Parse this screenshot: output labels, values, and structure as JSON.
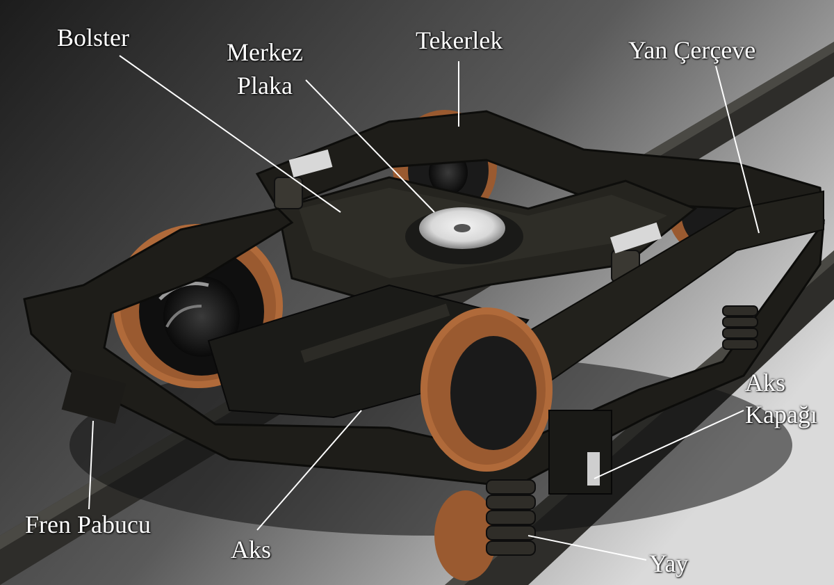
{
  "labels": {
    "bolster": "Bolster",
    "center_plate_line1": "Merkez",
    "center_plate_line2": "Plaka",
    "wheel": "Tekerlek",
    "side_frame": "Yan Çerçeve",
    "axle_cover_line1": "Aks",
    "axle_cover_line2": "Kapağı",
    "brake_shoe": "Fren Pabucu",
    "axle": "Aks",
    "spring": "Yay"
  },
  "colors": {
    "frame": "#1e1d19",
    "wheel_tread": "#b06a3a",
    "rail": "#3b3a36",
    "leader_line": "#ffffff"
  }
}
